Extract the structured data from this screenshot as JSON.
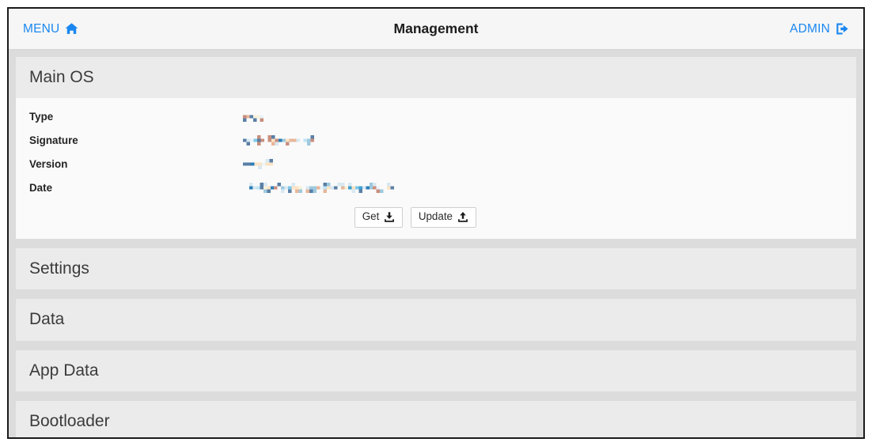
{
  "navbar": {
    "menu_label": "MENU",
    "menu_icon": "home-icon",
    "title": "Management",
    "admin_label": "ADMIN",
    "admin_icon": "sign-out-icon",
    "link_color": "#1a87f0",
    "background": "#f6f6f6"
  },
  "panels": [
    {
      "title": "Main OS",
      "expanded": true,
      "fields": [
        {
          "label": "Type",
          "value": "",
          "redacted": true,
          "redaction_width": 26
        },
        {
          "label": "Signature",
          "value": "",
          "redacted": true,
          "redaction_width": 90
        },
        {
          "label": "Version",
          "value": "",
          "redacted": true,
          "redaction_width": 38
        },
        {
          "label": "Date",
          "value": "",
          "redacted": true,
          "redaction_width": 183
        }
      ],
      "buttons": [
        {
          "label": "Get",
          "icon": "download-icon"
        },
        {
          "label": "Update",
          "icon": "upload-icon"
        }
      ]
    },
    {
      "title": "Settings",
      "expanded": false
    },
    {
      "title": "Data",
      "expanded": false
    },
    {
      "title": "App Data",
      "expanded": false
    },
    {
      "title": "Bootloader",
      "expanded": false
    }
  ],
  "colors": {
    "panel_heading_bg": "#ebebeb",
    "panel_body_bg": "#fafafa",
    "page_bg": "#dcdcdc",
    "border": "#1b1b1b",
    "heading_text": "#3b3b3b"
  }
}
